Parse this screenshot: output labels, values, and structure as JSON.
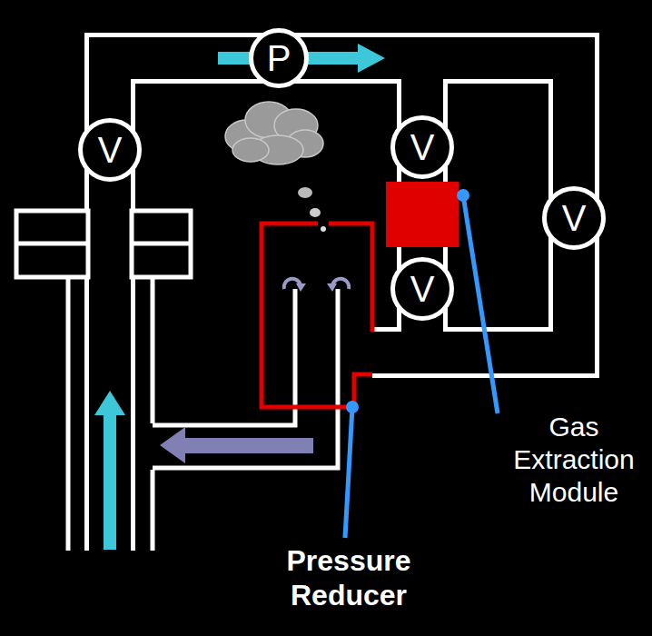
{
  "diagram": {
    "nodes": [
      {
        "text": [
          "V"
        ]
      },
      {
        "text": [
          "P"
        ]
      },
      {
        "text": [
          "V"
        ]
      },
      {
        "text": [
          "V"
        ]
      },
      {
        "text": [
          "V"
        ]
      }
    ],
    "edges": [
      {
        "from": 0,
        "to": 1,
        "arrow": "none"
      },
      {
        "from": 1,
        "to": 2,
        "arrow": "none"
      },
      {
        "from": 1,
        "to": 4,
        "arrow": "none"
      },
      {
        "from": 2,
        "to": 3,
        "arrow": "none"
      }
    ],
    "labels": [
      "Gas Extraction Module",
      "Pressure Reducer"
    ]
  }
}
